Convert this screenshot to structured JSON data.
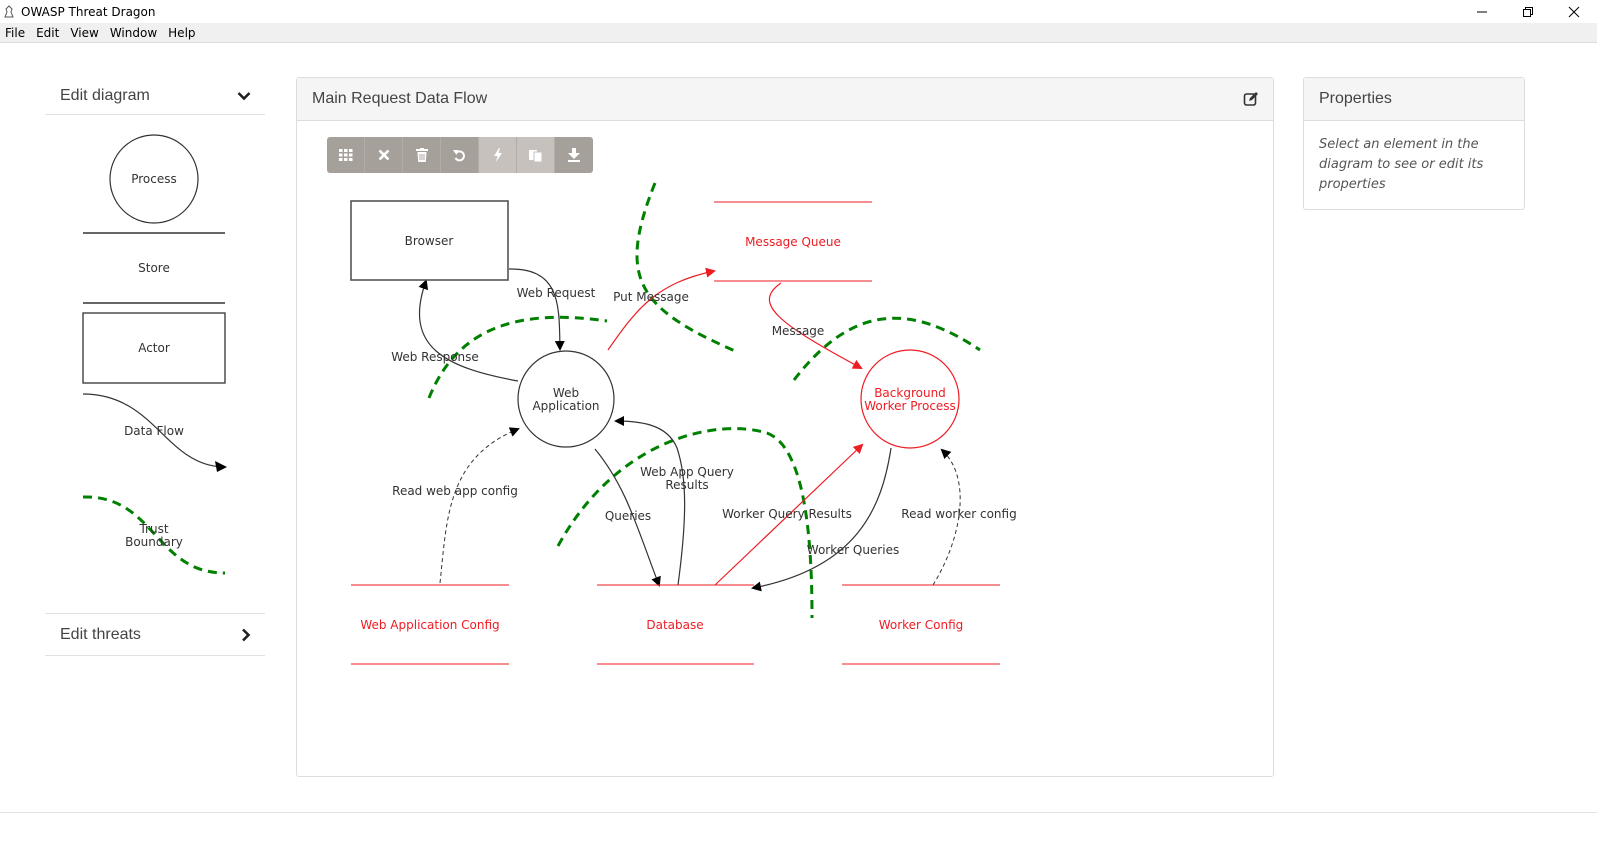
{
  "window": {
    "title": "OWASP Threat Dragon"
  },
  "menu": [
    "File",
    "Edit",
    "View",
    "Window",
    "Help"
  ],
  "left_panel": {
    "edit_diagram_label": "Edit diagram",
    "edit_threats_label": "Edit threats",
    "stencils": {
      "process": "Process",
      "store": "Store",
      "actor": "Actor",
      "data_flow": "Data Flow",
      "trust_boundary_line1": "Trust",
      "trust_boundary_line2": "Boundary"
    }
  },
  "main_panel": {
    "title": "Main Request Data Flow",
    "toolbar": [
      "grid-icon",
      "close-icon",
      "trash-icon",
      "undo-icon",
      "bolt-icon",
      "copy-icon",
      "download-icon"
    ]
  },
  "diagram": {
    "nodes": {
      "browser": "Browser",
      "web_app_line1": "Web",
      "web_app_line2": "Application",
      "message_queue": "Message Queue",
      "bg_worker_line1": "Background",
      "bg_worker_line2": "Worker Process",
      "web_app_config": "Web Application Config",
      "database": "Database",
      "worker_config": "Worker Config"
    },
    "flows": {
      "web_request": "Web Request",
      "web_response": "Web Response",
      "put_message": "Put Message",
      "message": "Message",
      "read_web_app_config": "Read web app config",
      "queries": "Queries",
      "web_app_query_results_line1": "Web App Query",
      "web_app_query_results_line2": "Results",
      "worker_query_results": "Worker Query Results",
      "worker_queries": "Worker Queries",
      "read_worker_config": "Read worker config"
    }
  },
  "properties": {
    "title": "Properties",
    "hint": "Select an element in the diagram to see or edit its properties"
  },
  "colors": {
    "threat_red": "#ee1c23",
    "boundary_green": "#008000",
    "toolbar_gray": "#a6a09a"
  }
}
